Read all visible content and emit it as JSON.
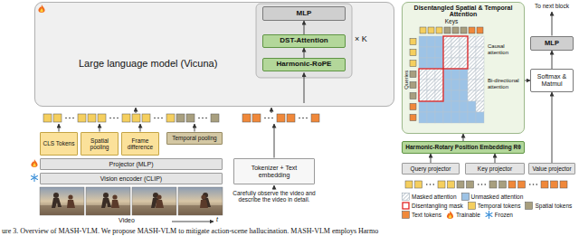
{
  "diagram": {
    "caption": "ure 3. Overview of MASH-VLM. We propose MASH-VLM to mitigate action-scene hallucination. MASH-VLM employs Harmo",
    "nodes": [
      {
        "text": [
          "Large language model (Vicuna)"
        ]
      },
      {
        "text": [
          "MLP"
        ],
        "in": 0
      },
      {
        "text": [
          "DST-Attention"
        ],
        "in": 0
      },
      {
        "text": [
          "Harmonic-RoPE"
        ],
        "in": 0
      },
      {
        "text": [
          "CLS Tokens"
        ]
      },
      {
        "text": [
          "Spatial pooling"
        ]
      },
      {
        "text": [
          "Frame difference"
        ]
      },
      {
        "text": [
          "Temporal pooling"
        ]
      },
      {
        "text": [
          "Projector (MLP)"
        ]
      },
      {
        "text": [
          "Vision encoder (CLIP)"
        ]
      },
      {
        "text": [
          "Tokenizer + Text embedding"
        ]
      },
      {
        "text": [
          "Disentangled Spatial & Temporal Attention"
        ]
      },
      {
        "text": [
          "Harmonic-Rotary Position Embedding Rθ"
        ]
      },
      {
        "text": [
          "Query projector"
        ]
      },
      {
        "text": [
          "Key projector"
        ]
      },
      {
        "text": [
          "Value projector"
        ]
      },
      {
        "text": [
          "MLP"
        ]
      },
      {
        "text": [
          "Softmax & Matmul"
        ]
      }
    ],
    "edges": [
      {
        "from": 3,
        "to": 2,
        "arrow": "to"
      },
      {
        "from": 2,
        "to": 1,
        "arrow": "to"
      },
      {
        "from": 13,
        "to": 12,
        "arrow": "to"
      },
      {
        "from": 14,
        "to": 12,
        "arrow": "to"
      },
      {
        "from": 12,
        "to": 11,
        "arrow": "to"
      },
      {
        "from": 11,
        "to": 17,
        "arrow": "to"
      },
      {
        "from": 15,
        "to": 17,
        "arrow": "to"
      },
      {
        "from": 17,
        "to": 16,
        "arrow": "to"
      }
    ],
    "labels": [
      "× K",
      "Video",
      "t",
      "Carefully observe the video and describe the video in detail.",
      "Keys",
      "Queries",
      "Causal attention",
      "Bi-directional attention",
      "To next block"
    ],
    "legend": [
      {
        "text": "Masked attention"
      },
      {
        "text": "Unmasked attention",
        "color": "#9dc3e6"
      },
      {
        "text": "Disentangling mask"
      },
      {
        "text": "Temporal tokens",
        "color": "#f5cf5f"
      },
      {
        "text": "Spatial tokens",
        "color": "#a89f7f"
      },
      {
        "text": "Text tokens",
        "color": "#f0883a"
      },
      {
        "text": "Trainable"
      },
      {
        "text": "Frozen"
      }
    ]
  }
}
